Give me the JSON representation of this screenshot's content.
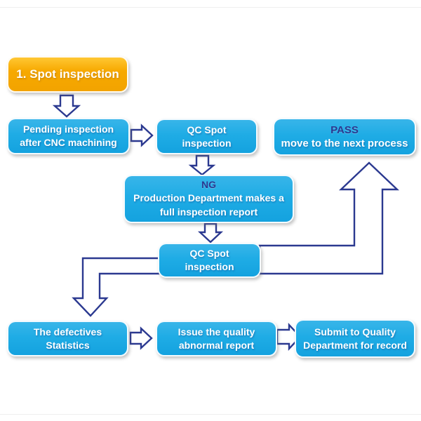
{
  "colors": {
    "cyan": "#1face5",
    "orange": "#f7a900",
    "navy": "#2b3990"
  },
  "boxes": {
    "start": {
      "text": "1. Spot inspection"
    },
    "pending": {
      "line1": "Pending inspection",
      "line2": "after CNC machining"
    },
    "qc1": {
      "line1": "QC Spot",
      "line2": "inspection"
    },
    "pass": {
      "line1": "PASS",
      "line2": "move to the next process"
    },
    "ng": {
      "line1": "NG",
      "line2": "Production Department makes a",
      "line3": "full inspection report"
    },
    "qc2": {
      "line1": "QC Spot",
      "line2": "inspection"
    },
    "defectives": {
      "line1": "The defectives",
      "line2": "Statistics"
    },
    "issue": {
      "line1": "Issue the quality",
      "line2": "abnormal report"
    },
    "submit": {
      "line1": "Submit to Quality",
      "line2": "Department for record"
    }
  },
  "connections": [
    {
      "from": "start",
      "to": "pending",
      "direction": "down"
    },
    {
      "from": "pending",
      "to": "qc1",
      "direction": "right"
    },
    {
      "from": "qc1",
      "to": "ng",
      "direction": "down"
    },
    {
      "from": "ng",
      "to": "qc2",
      "direction": "down"
    },
    {
      "from": "qc2",
      "to": "pass",
      "direction": "right-up"
    },
    {
      "from": "qc2",
      "to": "defectives",
      "direction": "left-down"
    },
    {
      "from": "defectives",
      "to": "issue",
      "direction": "right"
    },
    {
      "from": "issue",
      "to": "submit",
      "direction": "right"
    }
  ]
}
